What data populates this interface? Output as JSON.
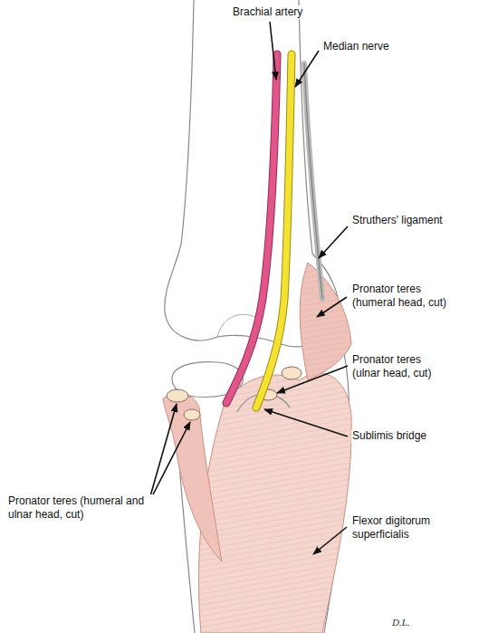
{
  "diagram": {
    "labels": [
      "Brachial artery",
      "Median nerve",
      "Struthers' ligament",
      "Pronator teres (humeral head, cut)",
      "Pronator teres (ulnar head, cut)",
      "Pronator teres (humeral and ulnar head, cut)",
      "Sublimis bridge",
      "Flexor digitorum superficialis",
      "D.L."
    ]
  }
}
